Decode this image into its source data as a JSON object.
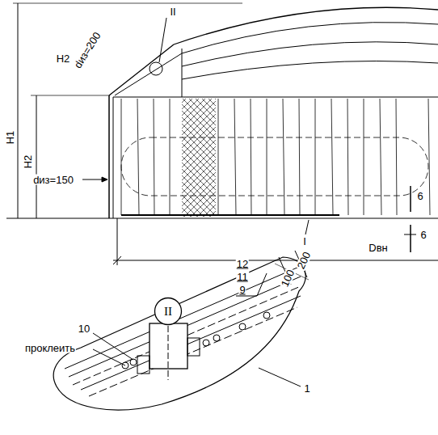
{
  "diagram": {
    "nodes": [
      {
        "text": [
          "II"
        ]
      }
    ],
    "labels": [
      "H2",
      "dиз=200",
      "II",
      "H1",
      "H2",
      "dиз=150",
      "I",
      "Dвн",
      "6",
      "6",
      "12",
      "11",
      "9",
      "200",
      "100",
      "10",
      "проклеить",
      "1"
    ]
  }
}
